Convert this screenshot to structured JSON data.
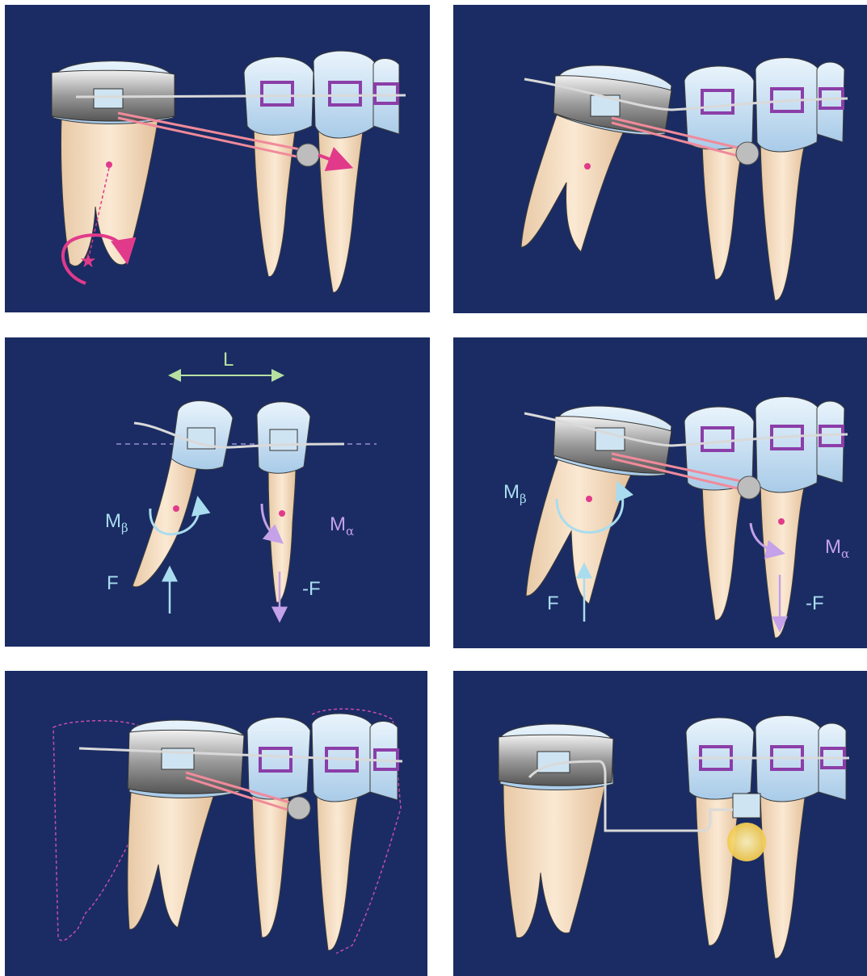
{
  "panels": [
    {
      "id": "a",
      "labels": {}
    },
    {
      "id": "b",
      "labels": {}
    },
    {
      "id": "c",
      "labels": {
        "length": "L",
        "moment_beta_main": "M",
        "moment_beta_sub": "β",
        "moment_alpha_main": "M",
        "moment_alpha_sub": "α",
        "force": "F",
        "neg_force": "-F"
      }
    },
    {
      "id": "d",
      "labels": {
        "moment_beta_main": "M",
        "moment_beta_sub": "β",
        "moment_alpha_main": "M",
        "moment_alpha_sub": "α",
        "force": "F",
        "neg_force": "-F"
      }
    },
    {
      "id": "e",
      "labels": {}
    },
    {
      "id": "f",
      "labels": {}
    }
  ],
  "colors": {
    "background": "#1a2c63",
    "crown": "#b9d9f1",
    "root": "#f4dcc0",
    "wire": "#d9d9d9",
    "elastic": "#f08a9a",
    "arrow_magenta": "#e23a8a",
    "arrow_cyan": "#a9dcef",
    "arrow_lilac": "#c4a1e8",
    "arrow_green": "#b7e0a0",
    "implant_glow": "#f7d774"
  }
}
